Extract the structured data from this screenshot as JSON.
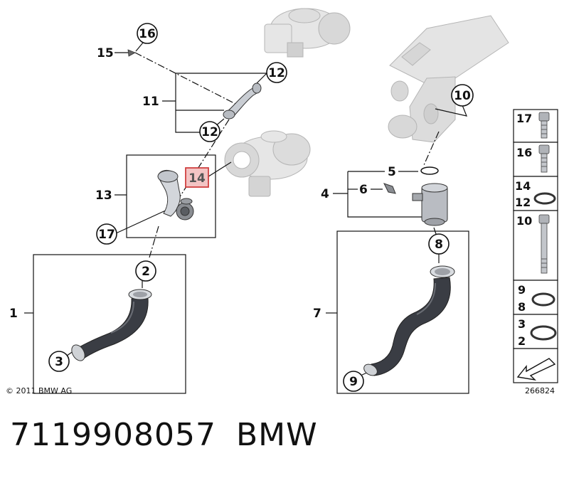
{
  "callouts": [
    {
      "id": "c16",
      "label": "16",
      "highlight": false
    },
    {
      "id": "c12a",
      "label": "12",
      "highlight": false
    },
    {
      "id": "c12b",
      "label": "12",
      "highlight": false
    },
    {
      "id": "c14",
      "label": "14",
      "highlight": true
    },
    {
      "id": "c17",
      "label": "17",
      "highlight": false
    },
    {
      "id": "c2",
      "label": "2",
      "highlight": false
    },
    {
      "id": "c3",
      "label": "3",
      "highlight": false
    },
    {
      "id": "c10",
      "label": "10",
      "highlight": false
    },
    {
      "id": "c8",
      "label": "8",
      "highlight": false
    },
    {
      "id": "c9",
      "label": "9",
      "highlight": false
    }
  ],
  "labels": {
    "l15": "15",
    "l11": "11",
    "l13": "13",
    "l1": "1",
    "l5": "5",
    "l6": "6",
    "l4": "4",
    "l7": "7"
  },
  "side_panel": [
    {
      "numbers": [
        "17"
      ],
      "part": "bolt-short"
    },
    {
      "numbers": [
        "16"
      ],
      "part": "bolt-short"
    },
    {
      "numbers": [
        "14",
        "12"
      ],
      "part": "o-ring-small"
    },
    {
      "numbers": [
        "10"
      ],
      "part": "bolt-long"
    },
    {
      "numbers": [
        "9",
        "8"
      ],
      "part": "o-ring-medium"
    },
    {
      "numbers": [
        "3",
        "2"
      ],
      "part": "o-ring-large"
    },
    {
      "numbers": [],
      "part": "arrow"
    }
  ],
  "copyright": "© 2011 BMW AG",
  "diagram_number": "266824",
  "part_number": "7119908057",
  "brand": "BMW",
  "colors": {
    "highlight_fill": "#f3c4c4",
    "highlight_stroke": "#d04040",
    "line": "#111111",
    "hose": "#3a3d44",
    "ghost": "#c8c8c8"
  }
}
